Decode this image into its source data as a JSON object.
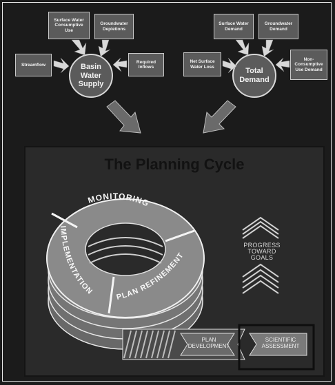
{
  "supply": {
    "hub": "Basin\nWater\nSupply",
    "inputs": {
      "surface_consumptive": "Surface Water Consumptive Use",
      "groundwater_depletions": "Groundwater Depletions",
      "streamflow": "Streamflow",
      "required_inflows": "Required Inflows"
    }
  },
  "demand": {
    "hub": "Total\nDemand",
    "inputs": {
      "surface_demand": "Surface Water Demand",
      "groundwater_demand": "Groundwater Demand",
      "net_surface_loss": "Net Surface Water Loss",
      "nonconsumptive": "Non-Consumptive Use Demand"
    }
  },
  "cycle": {
    "title": "The Planning Cycle",
    "monitoring": "MONITORING",
    "implementation": "IMPLEMENTATION",
    "plan_refinement": "PLAN REFINEMENT",
    "plan_development": "PLAN\nDEVELOPMENT",
    "scientific_assessment": "SCIENTIFIC\nASSESSMENT",
    "progress": "PROGRESS\nTOWARD\nGOALS"
  }
}
